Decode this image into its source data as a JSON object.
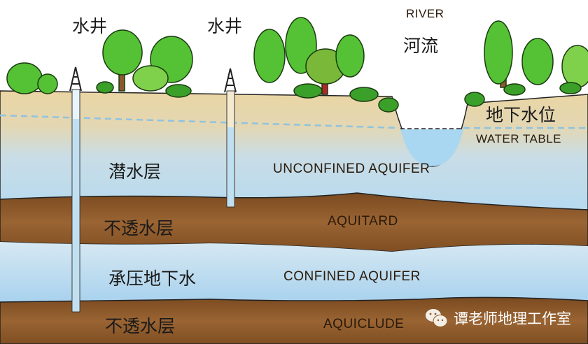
{
  "labels": {
    "well_1": "水井",
    "well_2": "水井",
    "river_en": "RIVER",
    "river_zh": "河流",
    "water_table_zh": "地下水位",
    "water_table_en": "WATER TABLE",
    "unconfined_zh": "潜水层",
    "unconfined_en": "UNCONFINED AQUIFER",
    "aquitard_zh": "不透水层",
    "aquitard_en": "AQUITARD",
    "confined_zh": "承压地下水",
    "confined_en": "CONFINED AQUIFER",
    "aquiclude_zh": "不透水层",
    "aquiclude_en": "AQUICLUDE"
  },
  "watermark": {
    "icon": "wechat-icon",
    "text": "谭老师地理工作室"
  },
  "colors": {
    "sand": "#e9d3a0",
    "aquifer": "#bcdcef",
    "clay": "#8b5a2b",
    "tree": "#55c135",
    "water": "#a9d6f0"
  }
}
